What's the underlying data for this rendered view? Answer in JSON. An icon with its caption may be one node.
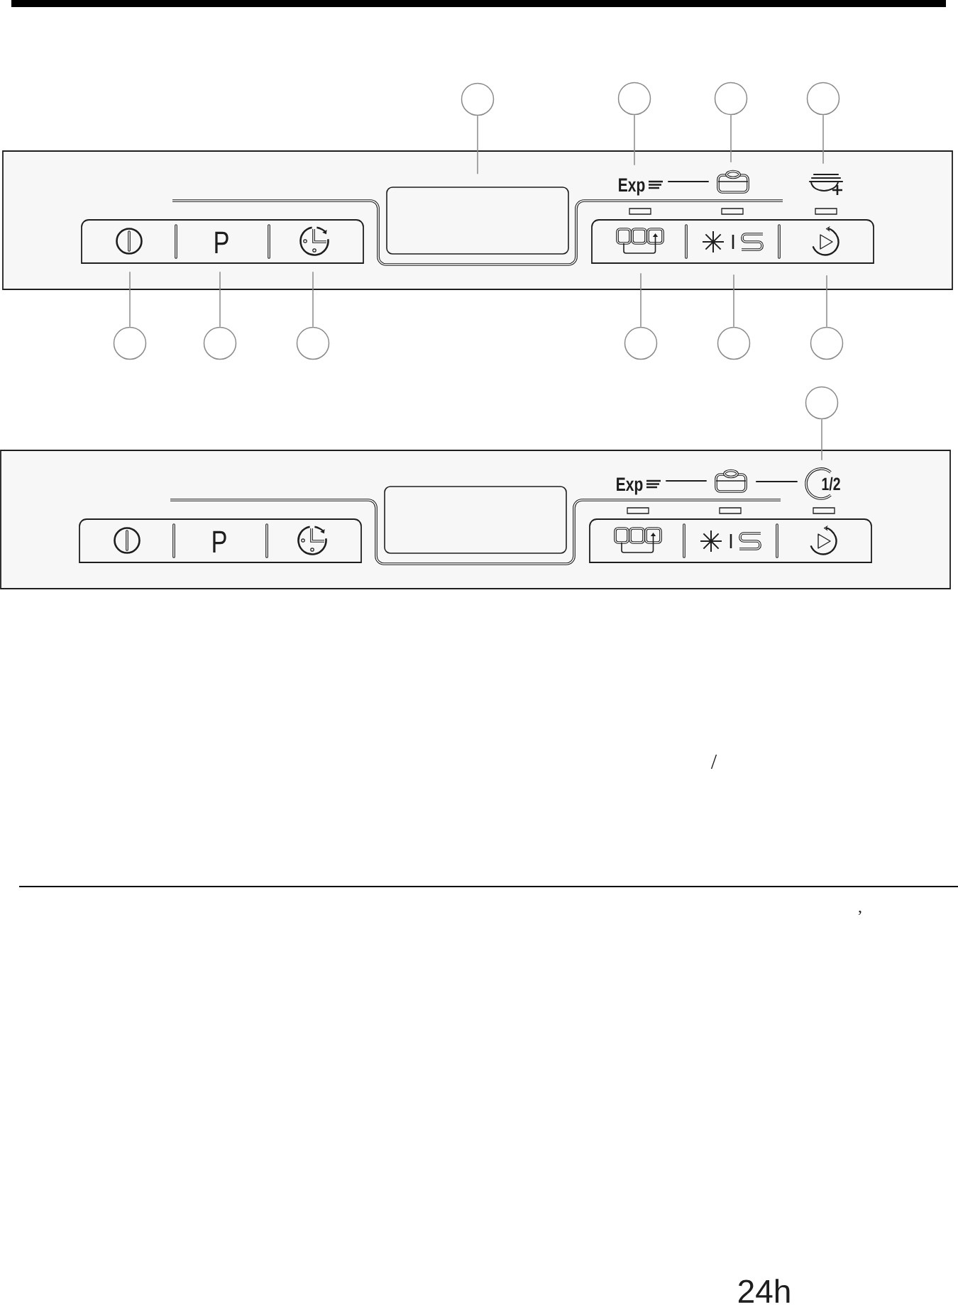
{
  "diagram": {
    "nodes": [
      {
        "text": [],
        "shape": "circle"
      },
      {
        "text": [],
        "shape": "circle"
      },
      {
        "text": [],
        "shape": "circle"
      },
      {
        "text": [],
        "shape": "circle"
      },
      {
        "text": [],
        "shape": "box"
      },
      {
        "text": [
          "Exp"
        ]
      },
      {
        "text": [],
        "shape": "picture"
      },
      {
        "text": [],
        "shape": "picture"
      },
      {
        "text": [],
        "shape": "picture"
      },
      {
        "text": [
          "P"
        ]
      },
      {
        "text": [],
        "shape": "picture"
      },
      {
        "text": [],
        "shape": "picture"
      },
      {
        "text": [],
        "shape": "picture"
      },
      {
        "text": [],
        "shape": "picture"
      },
      {
        "text": [],
        "shape": "circle"
      },
      {
        "text": [],
        "shape": "circle"
      },
      {
        "text": [],
        "shape": "circle"
      },
      {
        "text": [],
        "shape": "circle"
      },
      {
        "text": [],
        "shape": "circle"
      },
      {
        "text": [],
        "shape": "circle"
      },
      {
        "text": [],
        "shape": "circle"
      },
      {
        "text": [],
        "shape": "box"
      },
      {
        "text": [
          "Exp"
        ]
      },
      {
        "text": [],
        "shape": "picture"
      },
      {
        "text": [
          "1/2"
        ]
      },
      {
        "text": [],
        "shape": "picture"
      },
      {
        "text": [
          "P"
        ]
      },
      {
        "text": [],
        "shape": "picture"
      },
      {
        "text": [],
        "shape": "picture"
      },
      {
        "text": [],
        "shape": "picture"
      },
      {
        "text": [],
        "shape": "picture"
      }
    ],
    "edges": [
      {
        "from": 0,
        "to": 4,
        "arrow": "none"
      },
      {
        "from": 1,
        "to": 5,
        "arrow": "none"
      },
      {
        "from": 2,
        "to": 6,
        "arrow": "none"
      },
      {
        "from": 3,
        "to": 7,
        "arrow": "none"
      },
      {
        "from": 14,
        "to": 8,
        "arrow": "none"
      },
      {
        "from": 15,
        "to": 9,
        "arrow": "none"
      },
      {
        "from": 16,
        "to": 10,
        "arrow": "none"
      },
      {
        "from": 17,
        "to": 11,
        "arrow": "none"
      },
      {
        "from": 18,
        "to": 12,
        "arrow": "none"
      },
      {
        "from": 19,
        "to": 13,
        "arrow": "none"
      },
      {
        "from": 20,
        "to": 24,
        "arrow": "none"
      }
    ],
    "labels": [
      "/",
      ",",
      "24h"
    ]
  }
}
